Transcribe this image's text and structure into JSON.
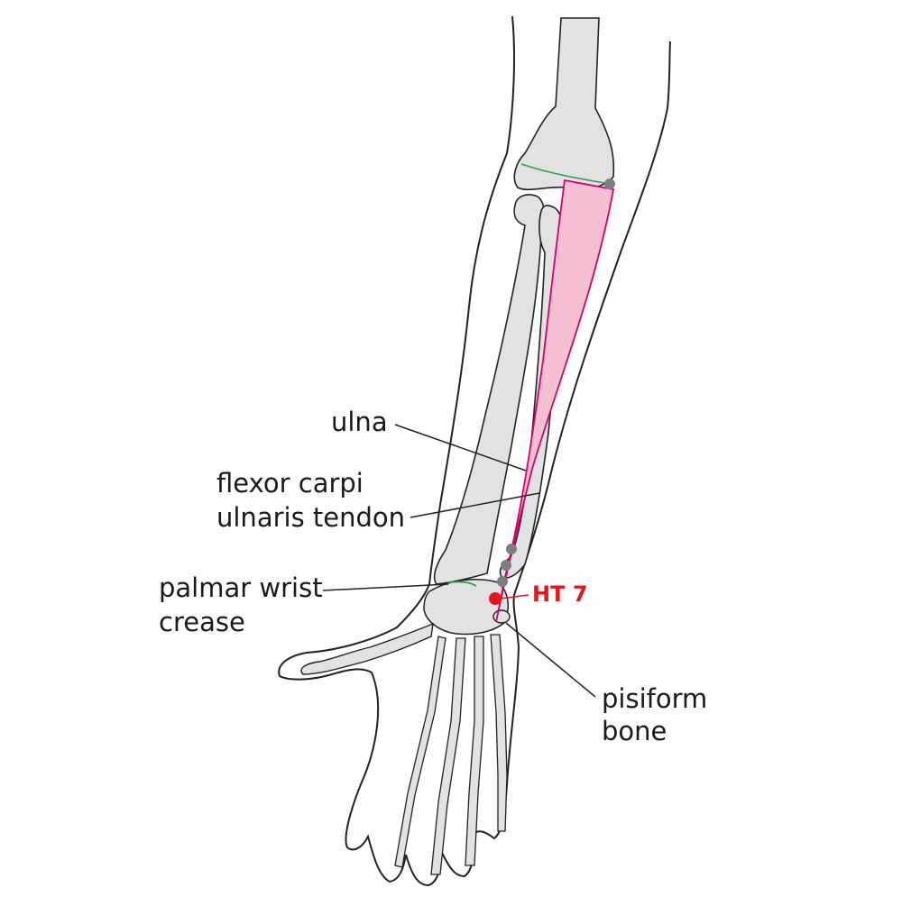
{
  "labels": {
    "ulna": "ulna",
    "fcu_line1": "flexor carpi",
    "fcu_line2": "ulnaris tendon",
    "crease_line1": "palmar wrist",
    "crease_line2": "crease",
    "pisiform_line1": "pisiform",
    "pisiform_line2": "bone",
    "acupoint": "HT 7"
  },
  "colors": {
    "bone_fill": "#e2e2e2",
    "outline": "#222222",
    "muscle_fill": "#f4bfd3",
    "muscle_line": "#d4006e",
    "crease_line": "#2e9e4f",
    "landmark_dot": "#7d7d7d",
    "acupoint": "#e3161c"
  }
}
